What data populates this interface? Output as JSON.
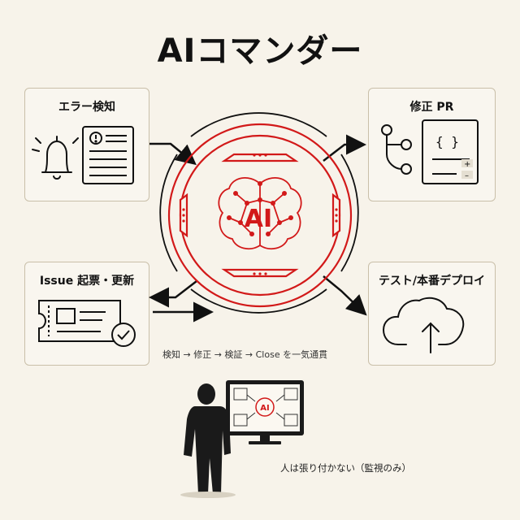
{
  "title": "AIコマンダー",
  "cards": {
    "error_detection": "エラー検知",
    "fix_pr": "修正 PR",
    "issue": "Issue 起票・更新",
    "deploy": "テスト/本番デプロイ"
  },
  "center": {
    "label": "AI"
  },
  "monitor": {
    "label": "AI"
  },
  "flow_text": "検知 → 修正 → 検証 → Close を一気通貫",
  "note": "人は張り付かない（監視のみ）",
  "colors": {
    "accent": "#d21919",
    "background": "#f7f3ea",
    "card_border": "#c9bfa9",
    "ink": "#111111"
  },
  "icons": [
    "bell-icon",
    "alert-document-icon",
    "git-branch-icon",
    "code-diff-icon",
    "ticket-icon",
    "check-circle-icon",
    "cloud-upload-icon",
    "brain-network-icon",
    "person-icon",
    "monitor-icon"
  ]
}
